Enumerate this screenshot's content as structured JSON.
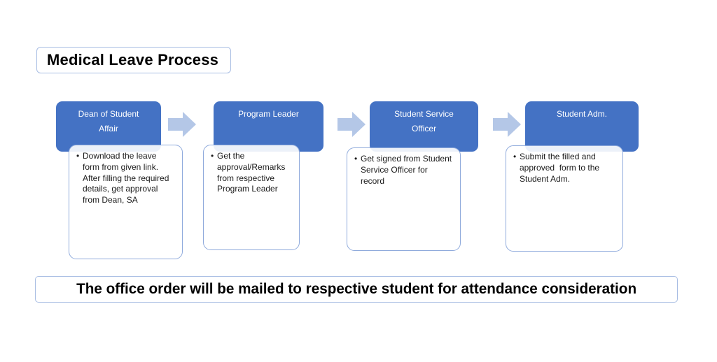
{
  "title": {
    "text": "Medical Leave Process"
  },
  "colors": {
    "header_fill": "#4472C4",
    "arrow_fill": "#B4C7E7",
    "box_border": "#8FAADC",
    "banner_border": "#A8BDE3",
    "header_text": "#FFFFFF",
    "body_text": "#1A1A1A",
    "page_background": "#FFFFFF"
  },
  "steps": [
    {
      "header_lines": [
        "Dean of Student",
        "Affair"
      ],
      "bullets": [
        {
          "marker": "•",
          "text": "Download the leave form from given link. After filling the required details, get approval from Dean, SA"
        }
      ]
    },
    {
      "header_lines": [
        "Program Leader"
      ],
      "bullets": [
        {
          "marker": "•",
          "text": "Get the approval/Remarks from respective Program Leader"
        }
      ]
    },
    {
      "header_lines": [
        "Student Service",
        "Officer"
      ],
      "bullets": [
        {
          "marker": "•",
          "text": "Get signed from Student Service Officer for record"
        }
      ]
    },
    {
      "header_lines": [
        "Student Adm."
      ],
      "bullets": [
        {
          "marker": "•",
          "text": "Submit the filled and approved  form to the Student Adm."
        }
      ]
    }
  ],
  "arrows": [
    {
      "name": "arrow-1-to-2"
    },
    {
      "name": "arrow-2-to-3"
    },
    {
      "name": "arrow-3-to-4"
    }
  ],
  "footer": {
    "text": "The office order will be mailed to respective student for attendance consideration"
  }
}
